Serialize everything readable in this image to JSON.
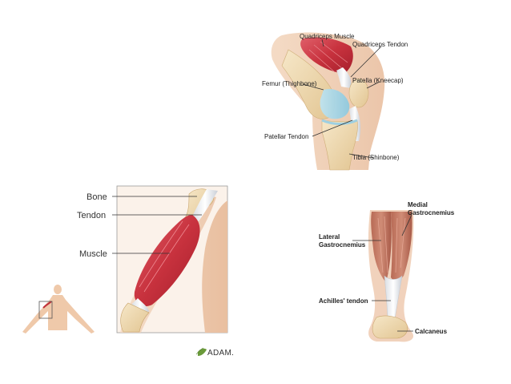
{
  "knee": {
    "labels": {
      "quadriceps_muscle": "Quadriceps Muscle",
      "quadriceps_tendon": "Quadriceps Tendon",
      "femur": "Femur (Thighbone)",
      "patella": "Patella (Kneecap)",
      "patellar_tendon": "Patellar Tendon",
      "tibia": "Tibia (Shinbone)"
    }
  },
  "arm": {
    "labels": {
      "bone": "Bone",
      "tendon": "Tendon",
      "muscle": "Muscle"
    },
    "logo": "ADAM."
  },
  "calf": {
    "labels": {
      "medial_line1": "Medial",
      "medial_line2": "Gastrocnemius",
      "lateral_line1": "Lateral",
      "lateral_line2": "Gastrocnemius",
      "achilles": "Achilles' tendon",
      "calcaneus": "Calcaneus"
    }
  }
}
